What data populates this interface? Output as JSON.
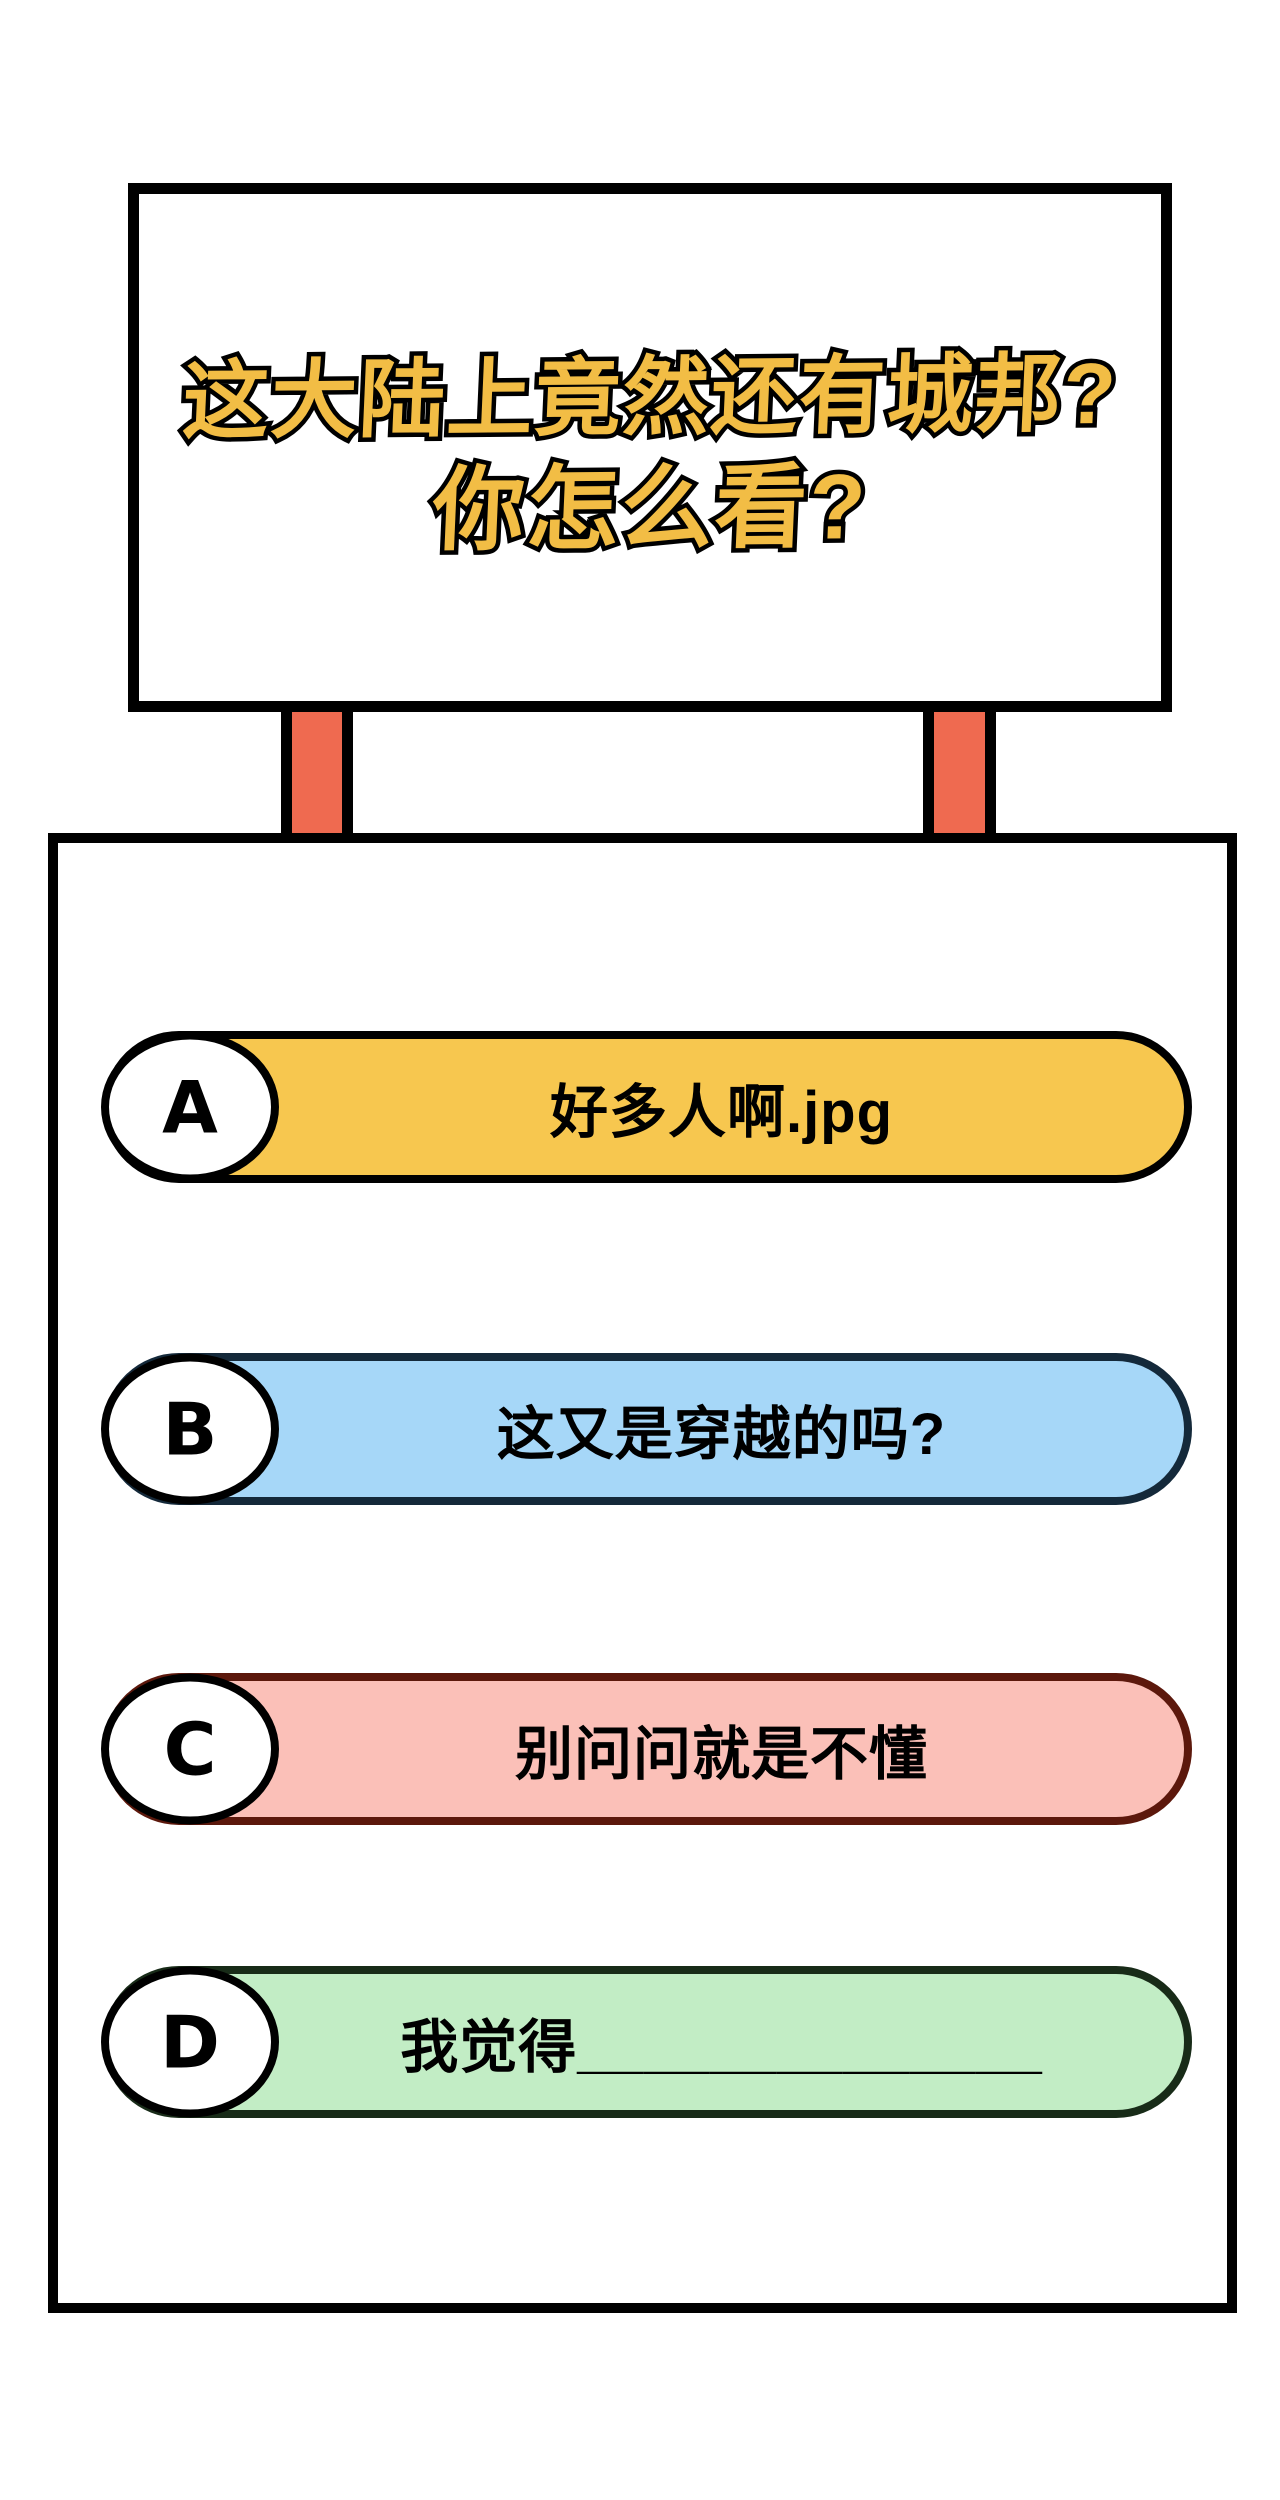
{
  "sign": {
    "title_line1": "这大陆上竟然还有城邦?",
    "title_line2": "你怎么看?",
    "title_color": "#F2BD45",
    "outline_color": "#000000"
  },
  "posts": {
    "color": "#EF6A50"
  },
  "board": {
    "background": "#FFFFFF",
    "border_color": "#000000"
  },
  "poll": {
    "options": [
      {
        "letter": "A",
        "label": "好多人啊.jpg",
        "fill": "#F7C74F",
        "border": "#000000"
      },
      {
        "letter": "B",
        "label": "这又是穿越的吗?",
        "fill": "#A6D7F8",
        "border": "#14293A"
      },
      {
        "letter": "C",
        "label": "别问问就是不懂",
        "fill": "#FBC0B8",
        "border": "#5C180C"
      },
      {
        "letter": "D",
        "label": "我觉得______________",
        "fill": "#C2EDC5",
        "border": "#182B18"
      }
    ]
  }
}
